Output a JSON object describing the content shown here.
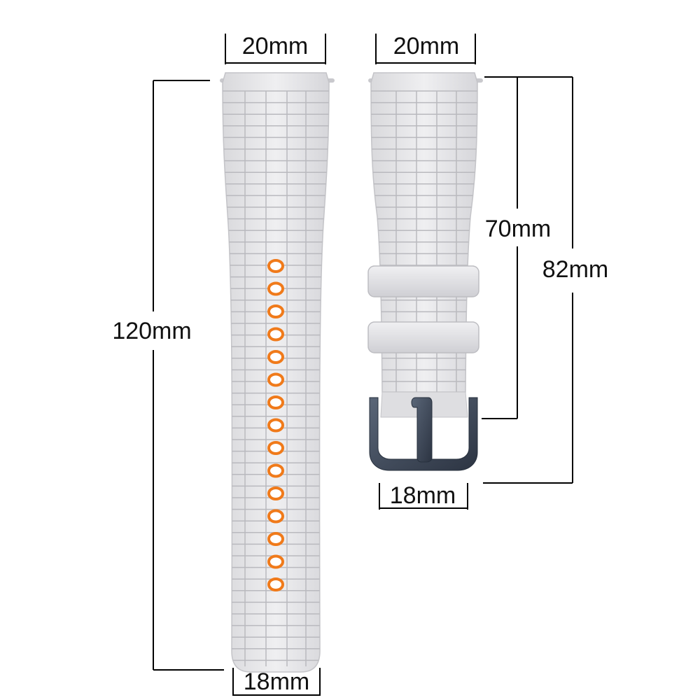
{
  "long_strap": {
    "top_width": "20mm",
    "bottom_width": "18mm",
    "length": "120mm",
    "hole_color": "#f07a1a"
  },
  "buckle_strap": {
    "top_width": "20mm",
    "buckle_width": "18mm",
    "length_to_buckle": "70mm",
    "total_length": "82mm"
  },
  "colors": {
    "strap": "#e6e6e8",
    "grid": "#b9b9be",
    "buckle": "#3c4656",
    "dimension_line": "#000000"
  }
}
